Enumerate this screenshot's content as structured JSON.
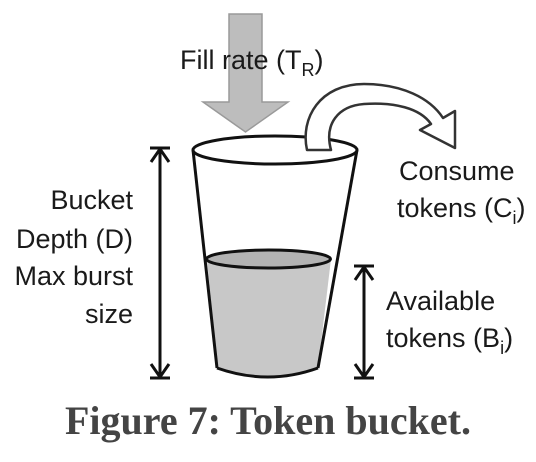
{
  "diagram": {
    "fill_rate": {
      "label": "Fill rate (T",
      "subscript": "R",
      "close": ")"
    },
    "consume": {
      "line1": "Consume",
      "line2_prefix": "tokens (C",
      "subscript": "i",
      "close": ")"
    },
    "bucket_depth": {
      "line1": "Bucket",
      "line2": "Depth (D)",
      "line3": "Max burst",
      "line4": "size"
    },
    "available": {
      "line1": "Available",
      "line2_prefix": "tokens (B",
      "subscript": "i",
      "close": ")"
    },
    "colors": {
      "fill_arrow": "#bdbdbd",
      "liquid": "#c8c8c8",
      "stroke": "#111111",
      "caption": "#444444"
    }
  },
  "caption": {
    "text": "Figure 7: Token bucket."
  }
}
